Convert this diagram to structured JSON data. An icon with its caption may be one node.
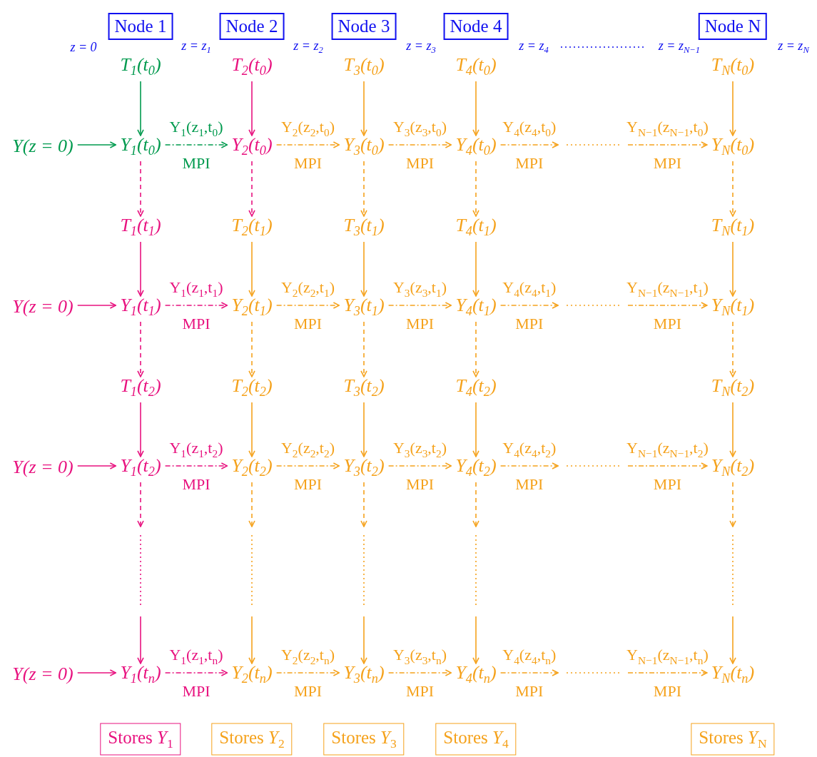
{
  "diagram": {
    "nodes": [
      {
        "text": [
          "Node 1"
        ]
      },
      {
        "text": [
          "Node 2"
        ]
      },
      {
        "text": [
          "Node 3"
        ]
      },
      {
        "text": [
          "Node 4"
        ]
      },
      {
        "text": [
          "Node N"
        ]
      },
      {
        "text": [
          "T$_{1}$(t$_{0}$)"
        ]
      },
      {
        "text": [
          "T$_{2}$(t$_{0}$)"
        ]
      },
      {
        "text": [
          "T$_{3}$(t$_{0}$)"
        ]
      },
      {
        "text": [
          "T$_{4}$(t$_{0}$)"
        ]
      },
      {
        "text": [
          "T$_{N}$(t$_{0}$)"
        ]
      },
      {
        "text": [
          "Y(z = 0)"
        ]
      },
      {
        "text": [
          "Y$_{1}$(t$_{0}$)"
        ]
      },
      {
        "text": [
          "Y$_{2}$(t$_{0}$)"
        ]
      },
      {
        "text": [
          "Y$_{3}$(t$_{0}$)"
        ]
      },
      {
        "text": [
          "Y$_{4}$(t$_{0}$)"
        ]
      },
      {
        "text": [
          "Y$_{N}$(t$_{0}$)"
        ]
      },
      {
        "text": [
          "T$_{1}$(t$_{1}$)"
        ]
      },
      {
        "text": [
          "T$_{2}$(t$_{1}$)"
        ]
      },
      {
        "text": [
          "T$_{3}$(t$_{1}$)"
        ]
      },
      {
        "text": [
          "T$_{4}$(t$_{1}$)"
        ]
      },
      {
        "text": [
          "T$_{N}$(t$_{1}$)"
        ]
      },
      {
        "text": [
          "Y(z = 0)"
        ]
      },
      {
        "text": [
          "Y$_{1}$(t$_{1}$)"
        ]
      },
      {
        "text": [
          "Y$_{2}$(t$_{1}$)"
        ]
      },
      {
        "text": [
          "Y$_{3}$(t$_{1}$)"
        ]
      },
      {
        "text": [
          "Y$_{4}$(t$_{1}$)"
        ]
      },
      {
        "text": [
          "Y$_{N}$(t$_{1}$)"
        ]
      },
      {
        "text": [
          "T$_{1}$(t$_{2}$)"
        ]
      },
      {
        "text": [
          "T$_{2}$(t$_{2}$)"
        ]
      },
      {
        "text": [
          "T$_{3}$(t$_{2}$)"
        ]
      },
      {
        "text": [
          "T$_{4}$(t$_{2}$)"
        ]
      },
      {
        "text": [
          "T$_{N}$(t$_{2}$)"
        ]
      },
      {
        "text": [
          "Y(z = 0)"
        ]
      },
      {
        "text": [
          "Y$_{1}$(t$_{2}$)"
        ]
      },
      {
        "text": [
          "Y$_{2}$(t$_{2}$)"
        ]
      },
      {
        "text": [
          "Y$_{3}$(t$_{2}$)"
        ]
      },
      {
        "text": [
          "Y$_{4}$(t$_{2}$)"
        ]
      },
      {
        "text": [
          "Y$_{N}$(t$_{2}$)"
        ]
      },
      {
        "text": [
          "Y(z = 0)"
        ]
      },
      {
        "text": [
          "Y$_{1}$(t$_{n}$)"
        ]
      },
      {
        "text": [
          "Y$_{2}$(t$_{n}$)"
        ]
      },
      {
        "text": [
          "Y$_{3}$(t$_{n}$)"
        ]
      },
      {
        "text": [
          "Y$_{4}$(t$_{n}$)"
        ]
      },
      {
        "text": [
          "Y$_{N}$(t$_{n}$)"
        ]
      },
      {
        "text": [
          "Stores *Y*$_{1}$"
        ]
      },
      {
        "text": [
          "Stores *Y*$_{2}$"
        ]
      },
      {
        "text": [
          "Stores *Y*$_{3}$"
        ]
      },
      {
        "text": [
          "Stores *Y*$_{4}$"
        ]
      },
      {
        "text": [
          "Stores *Y*$_{N}$"
        ]
      }
    ],
    "edges": [
      {
        "from": 5,
        "to": 11,
        "arrow": "to",
        "color": "#009a4e"
      },
      {
        "from": 6,
        "to": 12,
        "arrow": "to",
        "color": "#e8127f"
      },
      {
        "from": 7,
        "to": 13,
        "arrow": "to"
      },
      {
        "from": 8,
        "to": 14,
        "arrow": "to"
      },
      {
        "from": 9,
        "to": 15,
        "arrow": "to"
      },
      {
        "from": 10,
        "to": 11,
        "arrow": "to",
        "color": "#009a4e"
      },
      {
        "from": 11,
        "to": 12,
        "arrow": "to",
        "style": "dashed",
        "color": "#009a4e",
        "label": "Y$_{1}$(z$_{1}$,t$_{0}$) MPI"
      },
      {
        "from": 12,
        "to": 13,
        "arrow": "to",
        "style": "dashed",
        "label": "Y$_{2}$(z$_{2}$,t$_{0}$) MPI"
      },
      {
        "from": 13,
        "to": 14,
        "arrow": "to",
        "style": "dashed",
        "label": "Y$_{3}$(z$_{3}$,t$_{0}$) MPI"
      },
      {
        "from": 14,
        "to": null,
        "arrow": "to",
        "style": "dashed",
        "label": "Y$_{4}$(z$_{4}$,t$_{0}$) MPI"
      },
      {
        "from": null,
        "to": 15,
        "arrow": "to",
        "style": "dashed",
        "label": "Y$_{N−1}$(z$_{N−1}$,t$_{0}$) MPI"
      },
      {
        "from": 11,
        "to": 16,
        "arrow": "to",
        "style": "dashed",
        "color": "#e8127f"
      },
      {
        "from": 12,
        "to": 17,
        "arrow": "to",
        "style": "dashed",
        "color": "#e8127f"
      },
      {
        "from": 13,
        "to": 18,
        "arrow": "to",
        "style": "dashed"
      },
      {
        "from": 14,
        "to": 19,
        "arrow": "to",
        "style": "dashed"
      },
      {
        "from": 15,
        "to": 20,
        "arrow": "to",
        "style": "dashed"
      },
      {
        "from": 16,
        "to": 22,
        "arrow": "to",
        "color": "#e8127f"
      },
      {
        "from": 17,
        "to": 23,
        "arrow": "to"
      },
      {
        "from": 18,
        "to": 24,
        "arrow": "to"
      },
      {
        "from": 19,
        "to": 25,
        "arrow": "to"
      },
      {
        "from": 20,
        "to": 26,
        "arrow": "to"
      },
      {
        "from": 21,
        "to": 22,
        "arrow": "to",
        "color": "#e8127f"
      },
      {
        "from": 22,
        "to": 23,
        "arrow": "to",
        "style": "dashed",
        "color": "#e8127f",
        "label": "Y$_{1}$(z$_{1}$,t$_{1}$) MPI"
      },
      {
        "from": 23,
        "to": 24,
        "arrow": "to",
        "style": "dashed",
        "label": "Y$_{2}$(z$_{2}$,t$_{1}$) MPI"
      },
      {
        "from": 24,
        "to": 25,
        "arrow": "to",
        "style": "dashed",
        "label": "Y$_{3}$(z$_{3}$,t$_{1}$) MPI"
      },
      {
        "from": 25,
        "to": null,
        "arrow": "to",
        "style": "dashed",
        "label": "Y$_{4}$(z$_{4}$,t$_{1}$) MPI"
      },
      {
        "from": null,
        "to": 26,
        "arrow": "to",
        "style": "dashed",
        "label": "Y$_{N−1}$(z$_{N−1}$,t$_{1}$) MPI"
      },
      {
        "from": 22,
        "to": 27,
        "arrow": "to",
        "style": "dashed",
        "color": "#e8127f"
      },
      {
        "from": 23,
        "to": 28,
        "arrow": "to",
        "style": "dashed"
      },
      {
        "from": 24,
        "to": 29,
        "arrow": "to",
        "style": "dashed"
      },
      {
        "from": 25,
        "to": 30,
        "arrow": "to",
        "style": "dashed"
      },
      {
        "from": 26,
        "to": 31,
        "arrow": "to",
        "style": "dashed"
      },
      {
        "from": 27,
        "to": 33,
        "arrow": "to",
        "color": "#e8127f"
      },
      {
        "from": 28,
        "to": 34,
        "arrow": "to"
      },
      {
        "from": 29,
        "to": 35,
        "arrow": "to"
      },
      {
        "from": 30,
        "to": 36,
        "arrow": "to"
      },
      {
        "from": 31,
        "to": 37,
        "arrow": "to"
      },
      {
        "from": 32,
        "to": 33,
        "arrow": "to",
        "color": "#e8127f"
      },
      {
        "from": 33,
        "to": 34,
        "arrow": "to",
        "style": "dashed",
        "color": "#e8127f",
        "label": "Y$_{1}$(z$_{1}$,t$_{2}$) MPI"
      },
      {
        "from": 34,
        "to": 35,
        "arrow": "to",
        "style": "dashed",
        "label": "Y$_{2}$(z$_{2}$,t$_{2}$) MPI"
      },
      {
        "from": 35,
        "to": 36,
        "arrow": "to",
        "style": "dashed",
        "label": "Y$_{3}$(z$_{3}$,t$_{2}$) MPI"
      },
      {
        "from": 36,
        "to": null,
        "arrow": "to",
        "style": "dashed",
        "label": "Y$_{4}$(z$_{4}$,t$_{2}$) MPI"
      },
      {
        "from": null,
        "to": 37,
        "arrow": "to",
        "style": "dashed",
        "label": "Y$_{N−1}$(z$_{N−1}$,t$_{2}$) MPI"
      },
      {
        "from": 33,
        "to": null,
        "arrow": "to",
        "style": "dashed",
        "color": "#e8127f"
      },
      {
        "from": 34,
        "to": null,
        "arrow": "to",
        "style": "dashed"
      },
      {
        "from": 35,
        "to": null,
        "arrow": "to",
        "style": "dashed"
      },
      {
        "from": 36,
        "to": null,
        "arrow": "to",
        "style": "dashed"
      },
      {
        "from": 37,
        "to": null,
        "arrow": "to",
        "style": "dashed"
      },
      {
        "from": null,
        "to": 39,
        "arrow": "to",
        "color": "#e8127f"
      },
      {
        "from": null,
        "to": 40,
        "arrow": "to"
      },
      {
        "from": null,
        "to": 41,
        "arrow": "to"
      },
      {
        "from": null,
        "to": 42,
        "arrow": "to"
      },
      {
        "from": null,
        "to": 43,
        "arrow": "to"
      },
      {
        "from": 38,
        "to": 39,
        "arrow": "to",
        "color": "#e8127f"
      },
      {
        "from": 39,
        "to": 40,
        "arrow": "to",
        "style": "dashed",
        "color": "#e8127f",
        "label": "Y$_{1}$(z$_{1}$,t$_{n}$) MPI"
      },
      {
        "from": 40,
        "to": 41,
        "arrow": "to",
        "style": "dashed",
        "label": "Y$_{2}$(z$_{2}$,t$_{n}$) MPI"
      },
      {
        "from": 41,
        "to": 42,
        "arrow": "to",
        "style": "dashed",
        "label": "Y$_{3}$(z$_{3}$,t$_{n}$) MPI"
      },
      {
        "from": 42,
        "to": null,
        "arrow": "to",
        "style": "dashed",
        "label": "Y$_{4}$(z$_{4}$,t$_{n}$) MPI"
      },
      {
        "from": null,
        "to": 43,
        "arrow": "to",
        "style": "dashed",
        "label": "Y$_{N−1}$(z$_{N−1}$,t$_{n}$) MPI"
      }
    ],
    "labels": [
      "z = 0",
      "z = z$_{1}$",
      "z = z$_{2}$",
      "z = z$_{3}$",
      "z = z$_{4}$",
      "z = z$_{N−1}$",
      "z = z$_{N}$"
    ]
  }
}
